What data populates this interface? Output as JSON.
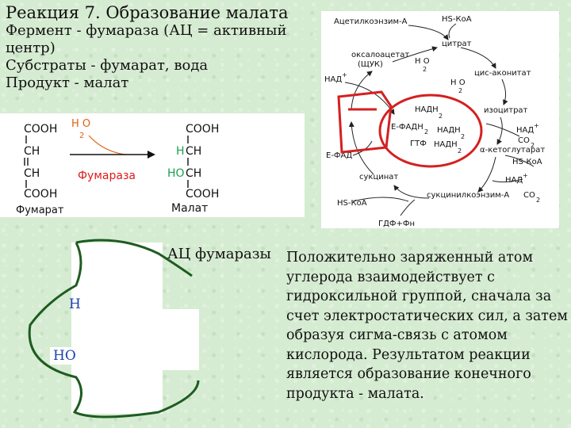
{
  "header": {
    "title": "Реакция 7. Образование малата",
    "enzyme": "Фермент - фумараза (АЦ = активный центр)",
    "substrates": "Субстраты - фумарат, вода",
    "product": "Продукт - малат"
  },
  "reaction": {
    "left": [
      "COOH",
      "CH",
      "CH",
      "COOH"
    ],
    "right": [
      "COOH",
      "CH",
      "CH",
      "COOH"
    ],
    "h_on_right": "H",
    "ho_on_right": "HO",
    "water": "H O",
    "water_sub": "2",
    "enzyme": "Фумараза",
    "fumarate": "Фумарат",
    "malate": "Малат"
  },
  "cycle": {
    "acetyl_coa": "Ацетилкоэнзим-А",
    "hs_coa_top": "HS-КоА",
    "citrate": "цитрат",
    "oxaloacetate": "оксалоацетат",
    "shchuk": "(ЩУК)",
    "h2o_a": "H O",
    "h2o_a_sub": "2",
    "h2o_b": "H O",
    "h2o_b_sub": "2",
    "cis_aconitate": "цис-аконитат",
    "nad_left": "НАД",
    "nad_left_sup": "+",
    "nadh2_top": "НАДН",
    "nadh2_top_sub": "2",
    "isocitrate": "изоцитрат",
    "e_fadh2": "Е-ФАДН",
    "e_fadh2_sub": "2",
    "nadh2_mid": "НАДН",
    "nadh2_mid_sub": "2",
    "gtf": "ГТФ",
    "nadh2_low": "НАДН",
    "nadh2_low_sub": "2",
    "nad_right": "НАД",
    "nad_right_sup": "+",
    "co2_a": "CO",
    "co2_a_sub": "2",
    "alpha_kg": "α-кетоглутарат",
    "e_fad": "Е-ФАД",
    "hs_coa_right": "HS-КоА",
    "nad_right2": "НАД",
    "nad_right2_sup": "+",
    "succinate": "сукцинат",
    "succinyl_coa": "сукцинилкоэнзим-А",
    "co2_b": "CO",
    "co2_b_sub": "2",
    "hs_coa_bottom": "HS-КоА",
    "gdf": "ГДФ+Фн",
    "highlight_color": "#d42020"
  },
  "active_center": {
    "label": "АЦ фумаразы",
    "h": "H",
    "ho": "HO"
  },
  "explanation": "Положительно заряженный атом углерода взаимодействует с гидроксильной группой, сначала за счет электростатических сил, а затем образуя сигма-связь с атомом кислорода. Результатом реакции является образование конечного продукта - малата."
}
